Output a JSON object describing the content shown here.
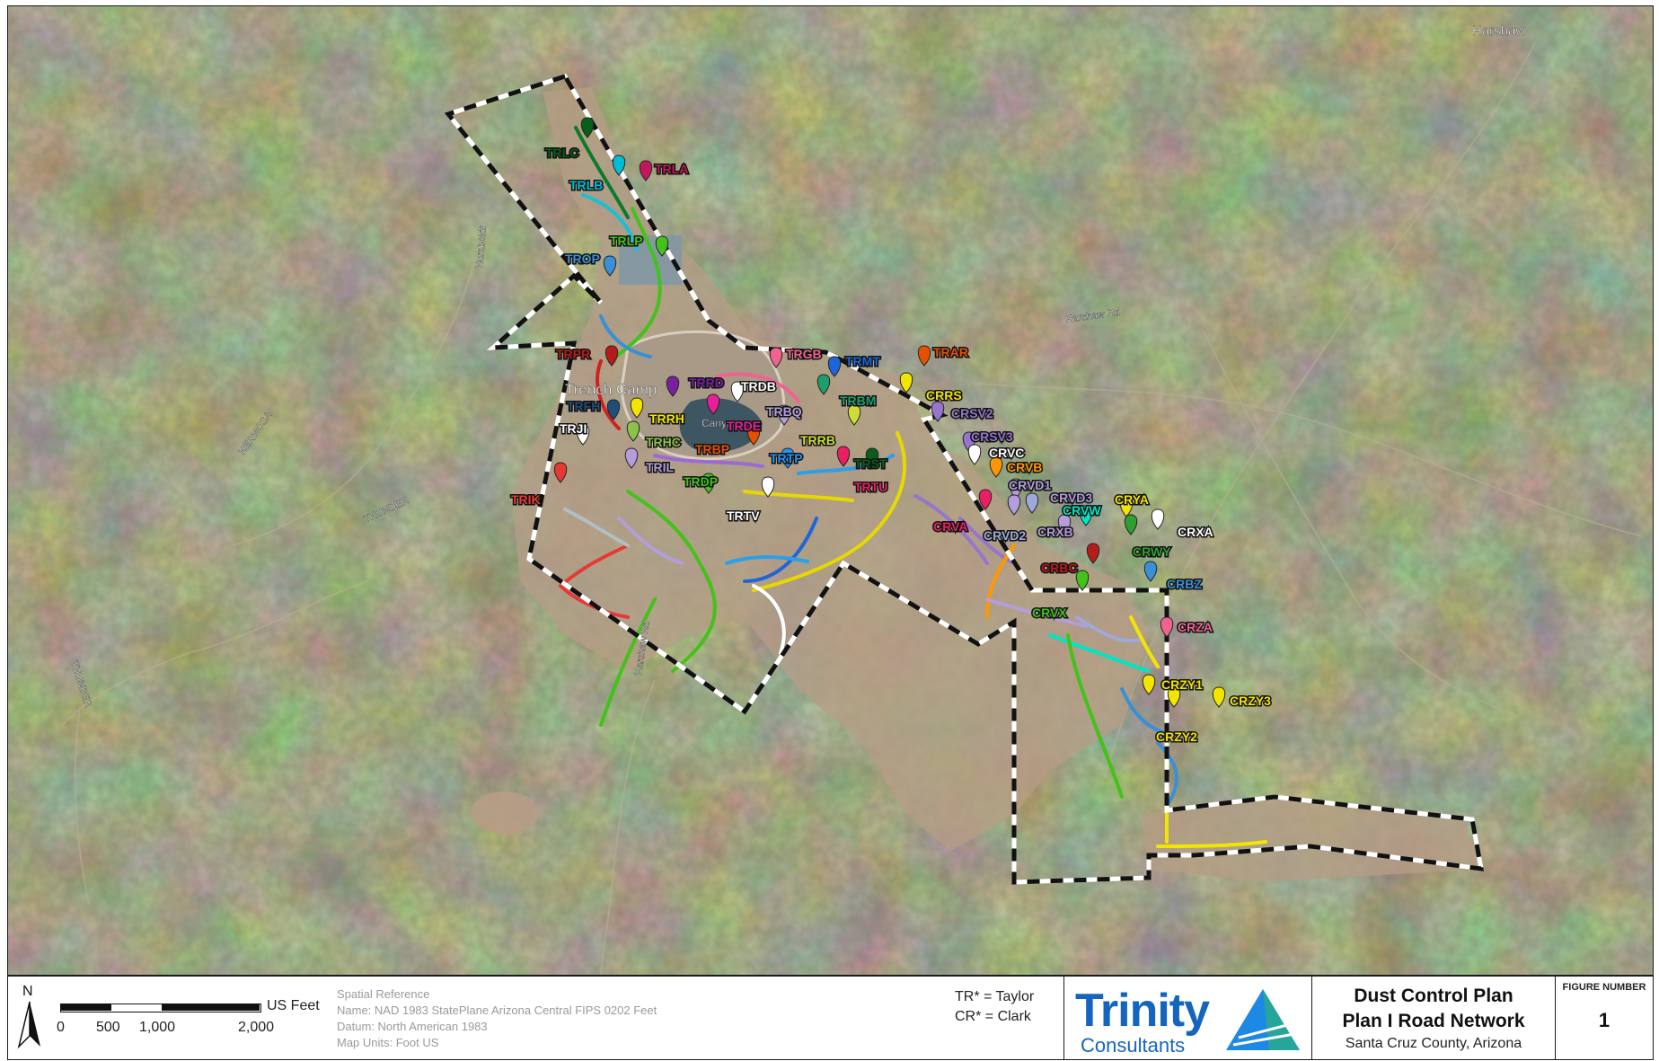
{
  "map": {
    "place_labels": [
      {
        "text": "Harshaw",
        "kind": "town"
      },
      {
        "text": "Harshaw Rd",
        "kind": "road"
      },
      {
        "text": "Harshaw Rd",
        "kind": "road"
      },
      {
        "text": "Humboldt",
        "kind": "road"
      },
      {
        "text": "HERMOSA",
        "kind": "road"
      },
      {
        "text": "THUNDER",
        "kind": "road"
      },
      {
        "text": "THUNDER",
        "kind": "road"
      },
      {
        "text": "Trench Camp",
        "kind": "place"
      },
      {
        "text": "Canyon",
        "kind": "place"
      }
    ],
    "road_labels": [
      {
        "text": "TRLC",
        "color": "#0b5d1e"
      },
      {
        "text": "TRLA",
        "color": "#c2185b"
      },
      {
        "text": "TRLB",
        "color": "#00bcd4"
      },
      {
        "text": "TRLP",
        "color": "#43c21a"
      },
      {
        "text": "TROP",
        "color": "#3a8fd6"
      },
      {
        "text": "TRPR",
        "color": "#b71c1c"
      },
      {
        "text": "TRGB",
        "color": "#f06292"
      },
      {
        "text": "TRMT",
        "color": "#1e66d8"
      },
      {
        "text": "TRAR",
        "color": "#e65100"
      },
      {
        "text": "TRRD",
        "color": "#7b1fa2"
      },
      {
        "text": "TRDB",
        "color": "#ffffff"
      },
      {
        "text": "TRBM",
        "color": "#1e9e6a"
      },
      {
        "text": "CRRS",
        "color": "#f2e600"
      },
      {
        "text": "TRFH",
        "color": "#1f4e79"
      },
      {
        "text": "TRRH",
        "color": "#f2e600"
      },
      {
        "text": "TRDE",
        "color": "#e91e9a"
      },
      {
        "text": "TRBQ",
        "color": "#b39ddb"
      },
      {
        "text": "CRSV2",
        "color": "#9575cd"
      },
      {
        "text": "TRJI",
        "color": "#ffffff"
      },
      {
        "text": "TRHC",
        "color": "#8bc34a"
      },
      {
        "text": "TRBP",
        "color": "#e65100"
      },
      {
        "text": "TRRB",
        "color": "#cddc39"
      },
      {
        "text": "CRSV3",
        "color": "#9575cd"
      },
      {
        "text": "CRVC",
        "color": "#ffffff"
      },
      {
        "text": "TRIL",
        "color": "#b39ddb"
      },
      {
        "text": "TRTP",
        "color": "#2196f3"
      },
      {
        "text": "TRST",
        "color": "#0b5d1e"
      },
      {
        "text": "CRVB",
        "color": "#ff9800"
      },
      {
        "text": "TRDP",
        "color": "#43c21a"
      },
      {
        "text": "TRTU",
        "color": "#e91e63"
      },
      {
        "text": "CRVD1",
        "color": "#b39ddb"
      },
      {
        "text": "TRIK",
        "color": "#e53935"
      },
      {
        "text": "TRTV",
        "color": "#ffffff"
      },
      {
        "text": "CRVD3",
        "color": "#b39ddb"
      },
      {
        "text": "CRYA",
        "color": "#f2e600"
      },
      {
        "text": "CRVW",
        "color": "#00e5c3"
      },
      {
        "text": "CRVA",
        "color": "#e91e63"
      },
      {
        "text": "CRVD2",
        "color": "#9fa8da"
      },
      {
        "text": "CRXB",
        "color": "#b39ddb"
      },
      {
        "text": "CRXA",
        "color": "#ffffff"
      },
      {
        "text": "CRWY",
        "color": "#2e9e2e"
      },
      {
        "text": "CRBC",
        "color": "#b71c1c"
      },
      {
        "text": "CRBZ",
        "color": "#3a8fd6"
      },
      {
        "text": "CRVX",
        "color": "#43c21a"
      },
      {
        "text": "CRZA",
        "color": "#f06292"
      },
      {
        "text": "CRZY1",
        "color": "#f2e600"
      },
      {
        "text": "CRZY3",
        "color": "#f2e600"
      },
      {
        "text": "CRZY2",
        "color": "#f2e600"
      }
    ]
  },
  "legend": {
    "north_letter": "N",
    "scale_unit": "US Feet",
    "scale_ticks": [
      "0",
      "500",
      "1,000",
      "2,000"
    ],
    "spatial_reference": [
      "Spatial Reference",
      "Name: NAD 1983 StatePlane Arizona Central FIPS 0202 Feet",
      "Datum: North American 1983",
      "Map Units: Foot US"
    ],
    "abbreviations": [
      "TR* = Taylor",
      "CR* = Clark"
    ],
    "logo": {
      "word1": "Trinity",
      "word2": "Consultants"
    },
    "title_lines": [
      "Dust Control Plan",
      "Plan I Road Network",
      "Santa Cruz County, Arizona"
    ],
    "figure_label": "FIGURE NUMBER",
    "figure_number": "1"
  },
  "colors": {
    "boundary": "#111111",
    "terrain_base": "#6f6d49",
    "site_ground": "#b59e86",
    "logo_blue": "#1565c0",
    "logo_teal": "#26a69a"
  }
}
